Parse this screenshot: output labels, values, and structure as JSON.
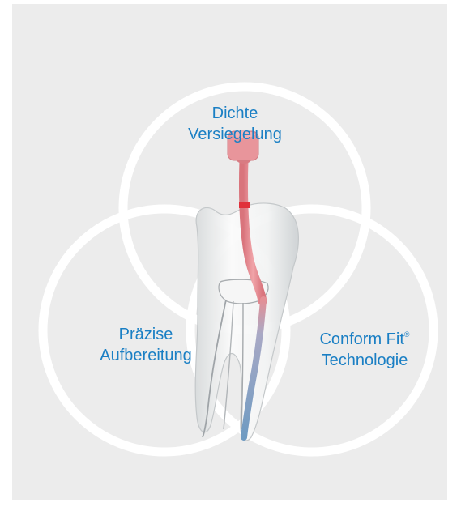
{
  "colors": {
    "background": "#ececec",
    "ring": "#ffffff",
    "text": "#1a7fc4",
    "gutta_percha": "#e48f95",
    "file_tip": "#8fb3cf"
  },
  "labels": {
    "top": {
      "line1": "Dichte",
      "line2": "Versiegelung"
    },
    "left": {
      "line1": "Präzise",
      "line2": "Aufbereitung"
    },
    "right": {
      "line1_text": "Conform Fit",
      "line1_mark": "®",
      "line2": "Technologie"
    }
  },
  "illustration": {
    "subject": "tooth-cross-section-with-gutta-percha-point"
  }
}
